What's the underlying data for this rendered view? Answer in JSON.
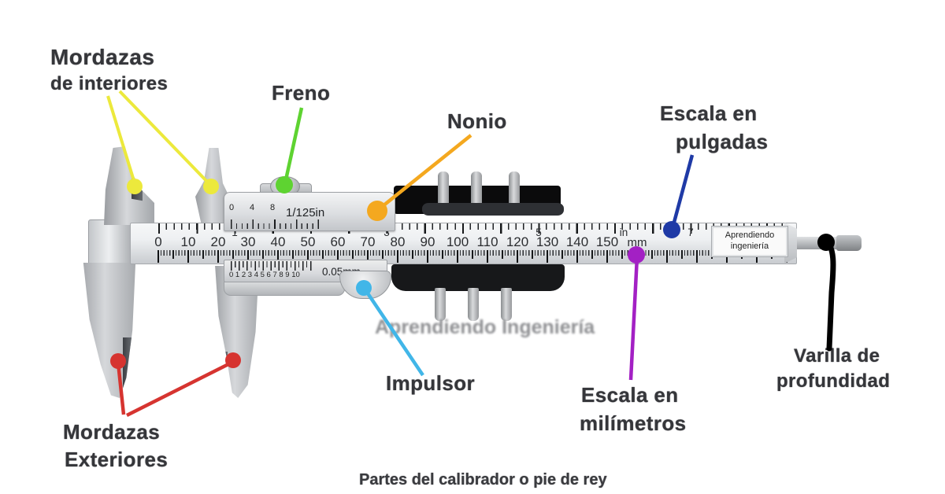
{
  "colors": {
    "yellow": "#ece93c",
    "green": "#5ed331",
    "orange": "#f4a81f",
    "blue": "#1f3aa6",
    "cyan": "#41b6e8",
    "purple": "#a320c4",
    "red": "#d63430",
    "black": "#000000"
  },
  "labels": {
    "inner_jaws": {
      "line1": "Mordazas",
      "line2": "de interiores"
    },
    "lock": "Freno",
    "vernier_inch": "Nonio",
    "inch_scale": {
      "line1": "Escala en",
      "line2": "pulgadas"
    },
    "thumb": "Impulsor",
    "mm_scale": {
      "line1": "Escala en",
      "line2": "milímetros"
    },
    "depth_rod": {
      "line1": "Varilla de",
      "line2": "profundidad"
    },
    "outer_jaws": {
      "line1": "Mordazas",
      "line2": "Exteriores"
    }
  },
  "caption": "Partes del calibrador o pie de rey",
  "watermark": "Aprendiendo Ingeniería",
  "brand": {
    "line1": "Aprendiendo",
    "line2": "ingeniería"
  },
  "ruler": {
    "mm_numbers": [
      "0",
      "10",
      "20",
      "30",
      "40",
      "50",
      "60",
      "70",
      "80",
      "90",
      "100",
      "110",
      "120",
      "130",
      "140",
      "150"
    ],
    "mm_unit": "mm",
    "inch_numbers": [
      "1",
      "3",
      "5",
      "7"
    ],
    "inch_unit": "in"
  },
  "vernier_top": {
    "t0": "0",
    "t1": "4",
    "t2": "8",
    "label": "1/125in"
  },
  "vernier_bottom": {
    "ticks": "0 1 2 3 4 5 6 7 8 9 10",
    "label": "0.05mm"
  }
}
